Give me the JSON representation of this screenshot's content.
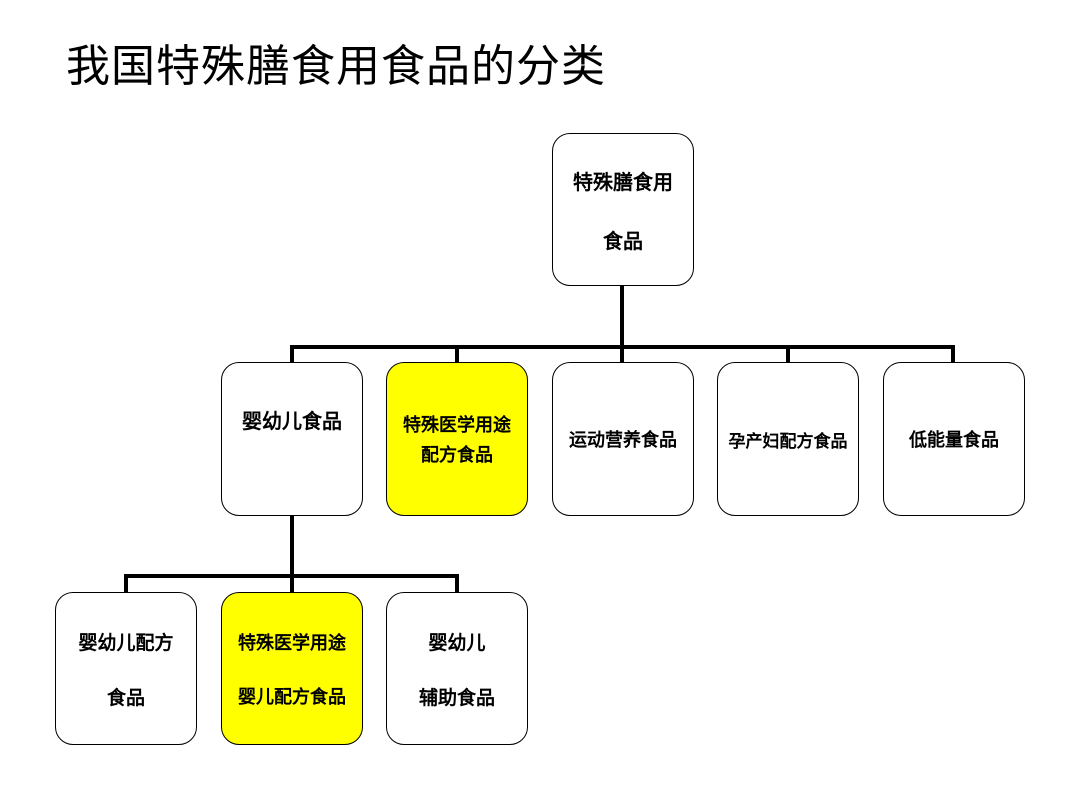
{
  "title": "我国特殊膳食用食品的分类",
  "colors": {
    "highlight": "#ffff00",
    "box_fill": "#ffffff",
    "line": "#000000"
  },
  "root": {
    "line1": "特殊膳食用",
    "line2": "食品"
  },
  "level1": [
    {
      "label": "婴幼儿食品",
      "highlighted": false
    },
    {
      "line1": "特殊医学用途",
      "line2": "配方食品",
      "highlighted": true
    },
    {
      "label": "运动营养食品",
      "highlighted": false
    },
    {
      "label": "孕产妇配方食品",
      "highlighted": false
    },
    {
      "label": "低能量食品",
      "highlighted": false
    }
  ],
  "level2": [
    {
      "line1": "婴幼儿配方",
      "line2": "食品",
      "highlighted": false
    },
    {
      "line1": "特殊医学用途",
      "line2": "婴儿配方食品",
      "highlighted": true
    },
    {
      "line1": "婴幼儿",
      "line2": "辅助食品",
      "highlighted": false
    }
  ]
}
